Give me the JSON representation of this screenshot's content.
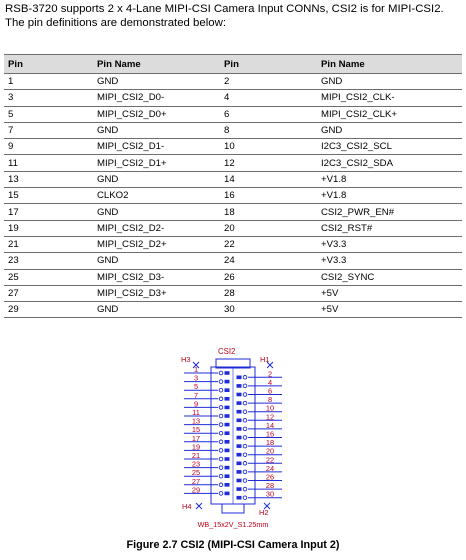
{
  "intro": "RSB-3720 supports 2 x 4-Lane MIPI-CSI Camera Input CONNs, CSI2 is for MIPI-CSI2. The pin definitions are demonstrated below:",
  "table": {
    "headers": [
      "Pin",
      "Pin Name",
      "Pin",
      "Pin Name"
    ],
    "rows": [
      [
        "1",
        "GND",
        "2",
        "GND"
      ],
      [
        "3",
        "MIPI_CSI2_D0-",
        "4",
        "MIPI_CSI2_CLK-"
      ],
      [
        "5",
        "MIPI_CSI2_D0+",
        "6",
        "MIPI_CSI2_CLK+"
      ],
      [
        "7",
        "GND",
        "8",
        "GND"
      ],
      [
        "9",
        "MIPI_CSI2_D1-",
        "10",
        "I2C3_CSI2_SCL"
      ],
      [
        "11",
        "MIPI_CSI2_D1+",
        "12",
        "I2C3_CSI2_SDA"
      ],
      [
        "13",
        "GND",
        "14",
        "+V1.8"
      ],
      [
        "15",
        "CLKO2",
        "16",
        "+V1.8"
      ],
      [
        "17",
        "GND",
        "18",
        "CSI2_PWR_EN#"
      ],
      [
        "19",
        "MIPI_CSI2_D2-",
        "20",
        "CSI2_RST#"
      ],
      [
        "21",
        "MIPI_CSI2_D2+",
        "22",
        "+V3.3"
      ],
      [
        "23",
        "GND",
        "24",
        "+V3.3"
      ],
      [
        "25",
        "MIPI_CSI2_D3-",
        "26",
        "CSI2_SYNC"
      ],
      [
        "27",
        "MIPI_CSI2_D3+",
        "28",
        "+5V"
      ],
      [
        "29",
        "GND",
        "30",
        "+5V"
      ]
    ]
  },
  "diagram": {
    "ref": "CSI2",
    "h1": "H1",
    "h2": "H2",
    "h3": "H3",
    "h4": "H4",
    "left_pins": [
      "1",
      "3",
      "5",
      "7",
      "9",
      "11",
      "13",
      "15",
      "17",
      "19",
      "21",
      "23",
      "25",
      "27",
      "29"
    ],
    "right_pins": [
      "2",
      "4",
      "6",
      "8",
      "10",
      "12",
      "14",
      "16",
      "18",
      "20",
      "22",
      "24",
      "26",
      "28",
      "30"
    ],
    "part": "WB_15x2V_S1.25mm",
    "line_color": "#1f2bd6",
    "text_color": "#c0001a"
  },
  "caption": "Figure 2.7 CSI2 (MIPI-CSI Camera Input 2)"
}
